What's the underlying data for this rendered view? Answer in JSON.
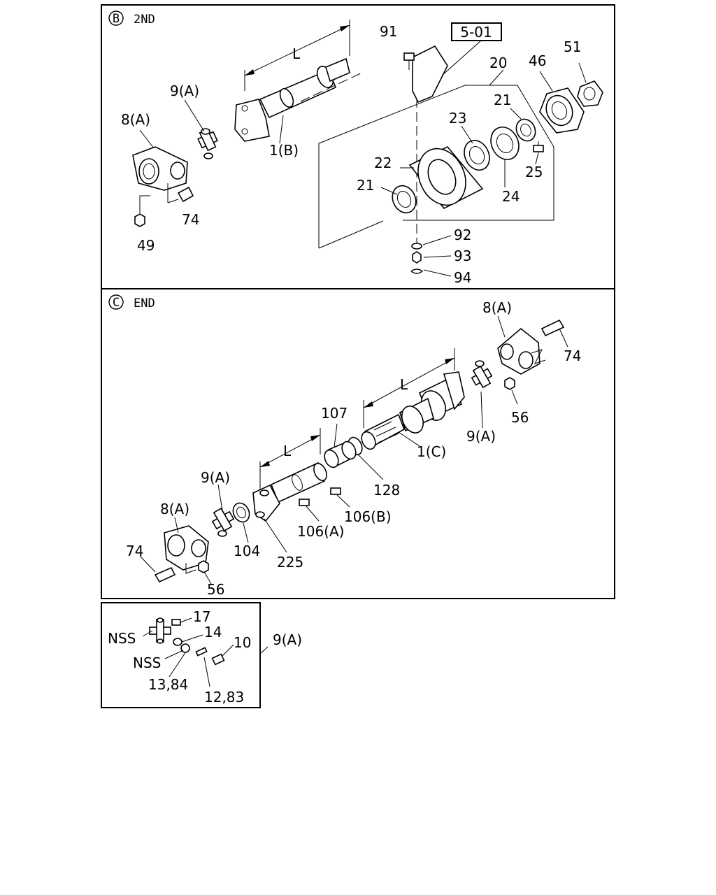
{
  "panels": {
    "b": {
      "badge": "B",
      "title": "2ND"
    },
    "c": {
      "badge": "C",
      "title": "END"
    }
  },
  "ref_box": "5-01",
  "labels_b": {
    "l91": "91",
    "l20": "20",
    "l46": "46",
    "l51": "51",
    "l9a": "9(A)",
    "l8a": "8(A)",
    "lL": "L",
    "l21a": "21",
    "l23": "23",
    "l22": "22",
    "l1b": "1(B)",
    "l25": "25",
    "l21b": "21",
    "l24": "24",
    "l74": "74",
    "l49": "49",
    "l92": "92",
    "l93": "93",
    "l94": "94"
  },
  "labels_c": {
    "l8a_top": "8(A)",
    "l74_top": "74",
    "lL_top": "L",
    "l107": "107",
    "l56_top": "56",
    "l9a_right": "9(A)",
    "l1c": "1(C)",
    "lL_bot": "L",
    "l9a_left": "9(A)",
    "l128": "128",
    "l8a_left": "8(A)",
    "l106b": "106(B)",
    "l106a": "106(A)",
    "l74_left": "74",
    "l104": "104",
    "l225": "225",
    "l56_bot": "56"
  },
  "labels_detail": {
    "l17": "17",
    "lnss1": "NSS",
    "l14": "14",
    "l10": "10",
    "lnss2": "NSS",
    "l13_84": "13,84",
    "l12_83": "12,83",
    "l9a_side": "9(A)"
  }
}
